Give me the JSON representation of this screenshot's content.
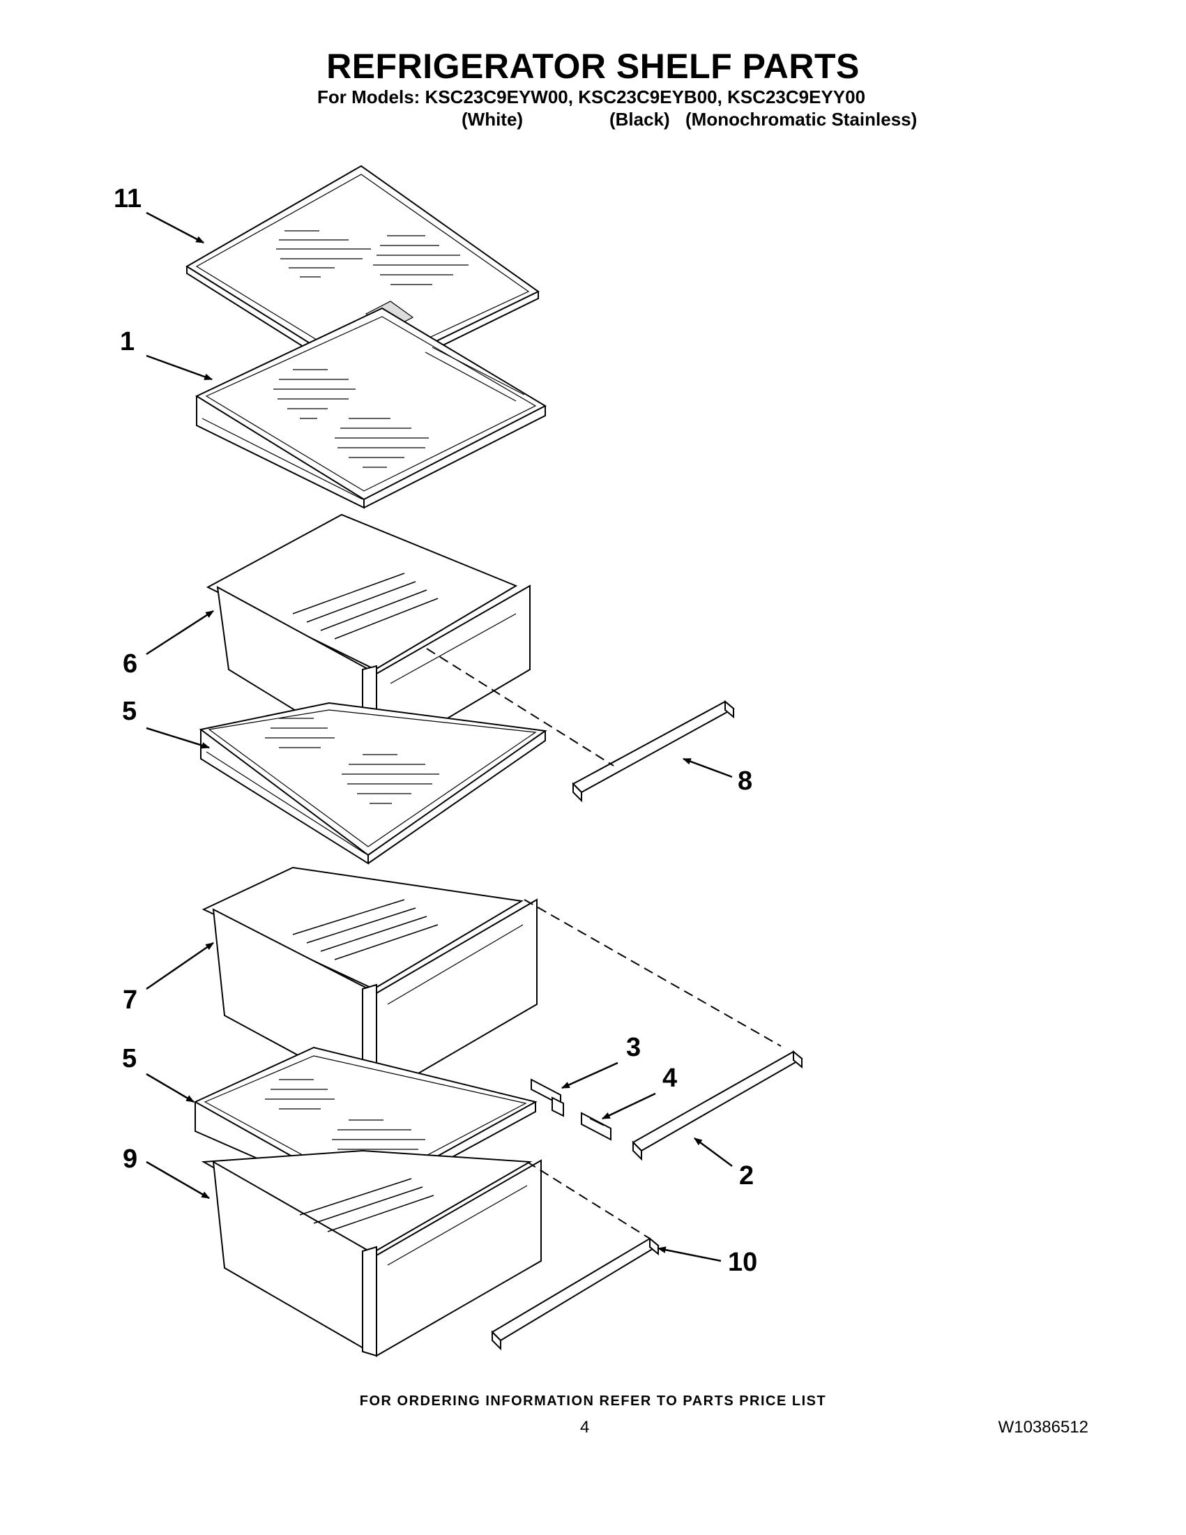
{
  "title": "REFRIGERATOR SHELF PARTS",
  "models_line": "For Models: KSC23C9EYW00, KSC23C9EYB00, KSC23C9EYY00",
  "variants": [
    "(White)",
    "(Black)",
    "(Monochromatic Stainless)"
  ],
  "callouts": {
    "c11": "11",
    "c1": "1",
    "c6": "6",
    "c5a": "5",
    "c8": "8",
    "c7": "7",
    "c3": "3",
    "c4": "4",
    "c5b": "5",
    "c2": "2",
    "c9": "9",
    "c10": "10"
  },
  "footer": {
    "note": "FOR ORDERING INFORMATION REFER TO PARTS PRICE LIST",
    "page_number": "4",
    "document_number": "W10386512"
  }
}
